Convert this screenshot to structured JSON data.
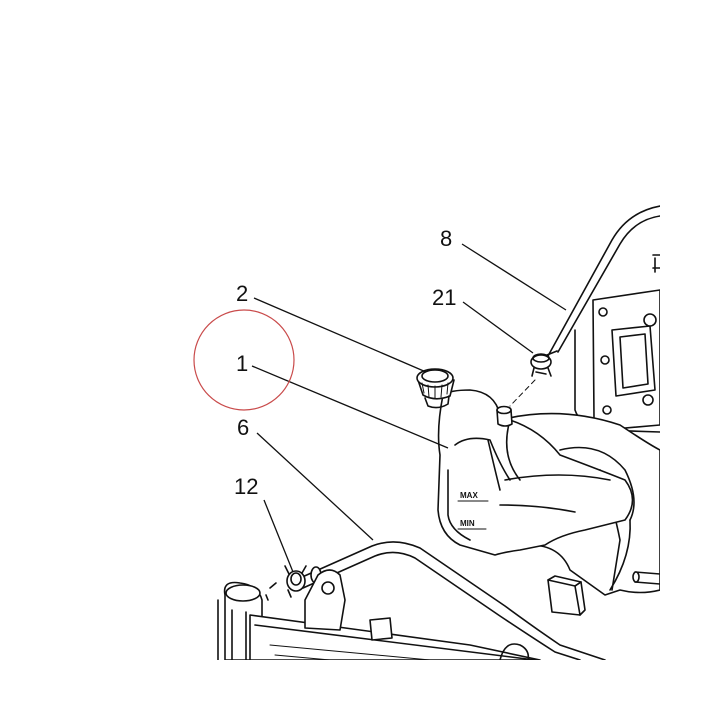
{
  "diagram": {
    "callouts": [
      {
        "id": "c8",
        "label": "8"
      },
      {
        "id": "c21",
        "label": "21"
      },
      {
        "id": "c2",
        "label": "2"
      },
      {
        "id": "c1",
        "label": "1"
      },
      {
        "id": "c6",
        "label": "6"
      },
      {
        "id": "c12",
        "label": "12"
      }
    ],
    "tank_marks": {
      "max": "MAX",
      "min": "MIN"
    },
    "highlight_color": "#c94b4b"
  }
}
